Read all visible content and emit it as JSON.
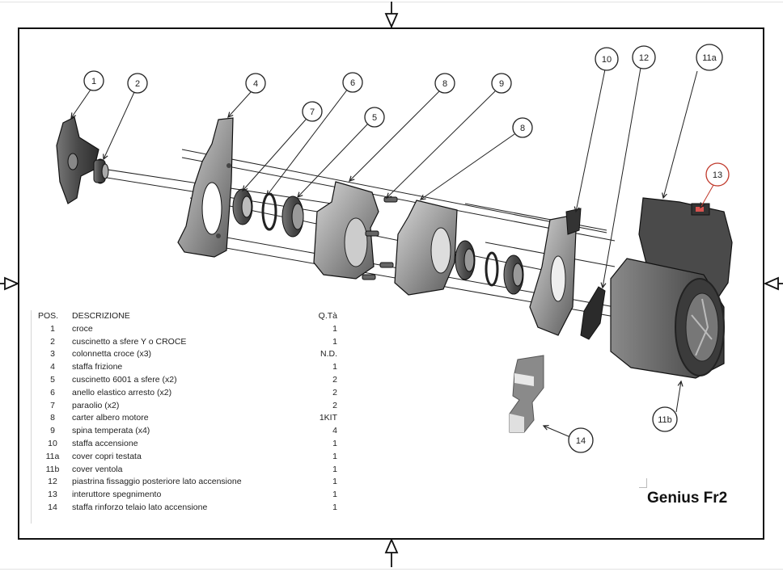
{
  "drawing": {
    "title": "Genius Fr2",
    "callouts": [
      {
        "label": "1",
        "color": "#222222"
      },
      {
        "label": "2",
        "color": "#222222"
      },
      {
        "label": "4",
        "color": "#222222"
      },
      {
        "label": "7",
        "color": "#222222"
      },
      {
        "label": "6",
        "color": "#222222"
      },
      {
        "label": "5",
        "color": "#222222"
      },
      {
        "label": "8",
        "color": "#222222"
      },
      {
        "label": "9",
        "color": "#222222"
      },
      {
        "label": "8",
        "color": "#222222"
      },
      {
        "label": "10",
        "color": "#222222"
      },
      {
        "label": "12",
        "color": "#222222"
      },
      {
        "label": "11a",
        "color": "#222222"
      },
      {
        "label": "13",
        "color": "#c0392b"
      },
      {
        "label": "11b",
        "color": "#222222"
      },
      {
        "label": "14",
        "color": "#222222"
      }
    ]
  },
  "parts_table": {
    "headers": {
      "pos": "POS.",
      "desc": "DESCRIZIONE",
      "qty": "Q.Tà"
    },
    "rows": [
      {
        "pos": "1",
        "desc": "croce",
        "qty": "1"
      },
      {
        "pos": "2",
        "desc": "cuscinetto a sfere Y o CROCE",
        "qty": "1"
      },
      {
        "pos": "3",
        "desc": "colonnetta croce (x3)",
        "qty": "N.D."
      },
      {
        "pos": "4",
        "desc": "staffa frizione",
        "qty": "1"
      },
      {
        "pos": "5",
        "desc": "cuscinetto 6001 a sfere (x2)",
        "qty": "2"
      },
      {
        "pos": "6",
        "desc": "anello elastico arresto (x2)",
        "qty": "2"
      },
      {
        "pos": "7",
        "desc": "paraolio (x2)",
        "qty": "2"
      },
      {
        "pos": "8",
        "desc": "carter albero motore",
        "qty": "1KIT"
      },
      {
        "pos": "9",
        "desc": "spina temperata (x4)",
        "qty": "4"
      },
      {
        "pos": "10",
        "desc": "staffa accensione",
        "qty": "1"
      },
      {
        "pos": "11a",
        "desc": "cover copri testata",
        "qty": "1"
      },
      {
        "pos": "11b",
        "desc": "cover ventola",
        "qty": "1"
      },
      {
        "pos": "12",
        "desc": "piastrina fissaggio posteriore lato accensione",
        "qty": "1"
      },
      {
        "pos": "13",
        "desc": "interuttore spegnimento",
        "qty": "1"
      },
      {
        "pos": "14",
        "desc": "staffa rinforzo telaio lato accensione",
        "qty": "1"
      }
    ]
  }
}
